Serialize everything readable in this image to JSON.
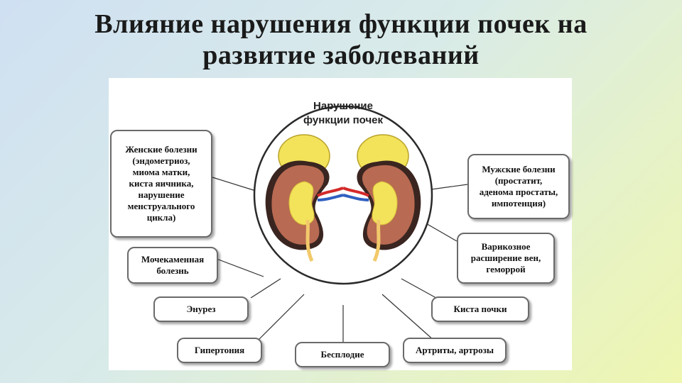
{
  "title": {
    "line1": "Влияние нарушения функции почек на",
    "line2": "развитие заболеваний"
  },
  "center": {
    "line1": "Нарушение",
    "line2": "функции почек"
  },
  "boxes": {
    "female": [
      "Женские болезни",
      "(эндометриоз,",
      "миома матки,",
      "киста яичника,",
      "нарушение",
      "менструального",
      "цикла)"
    ],
    "male": [
      "Мужские болезни",
      "(простатит,",
      "аденома простаты,",
      "импотенция)"
    ],
    "urolithiasis": [
      "Мочекаменная",
      "болезнь"
    ],
    "varicose": [
      "Варикозное",
      "расширение вен,",
      "геморрой"
    ],
    "enuresis": [
      "Энурез"
    ],
    "cyst": [
      "Киста почки"
    ],
    "hypertension": [
      "Гипертония"
    ],
    "infertility": [
      "Бесплодие"
    ],
    "arthritis": [
      "Артриты, артрозы"
    ]
  },
  "colors": {
    "kidney_cortex": "#b86a52",
    "kidney_fat": "#f3e35a",
    "artery": "#d42a2a",
    "vein": "#2f5fc0",
    "ureter": "#f2c96b"
  }
}
